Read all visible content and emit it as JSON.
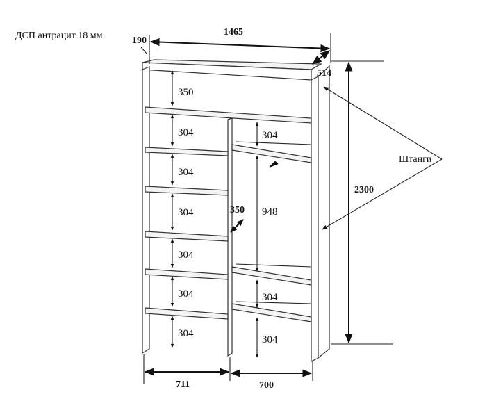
{
  "material_note": "ДСП антрацит 18 мм",
  "dimensions": {
    "total_width": "1465",
    "top_offset": "190",
    "depth": "514",
    "total_height": "2300",
    "top_compartment": "350",
    "left_shelf_gap": "304",
    "right_shelf_gap": "304",
    "hanging_height": "948",
    "shelf_depth": "350",
    "left_width": "711",
    "right_width": "700"
  },
  "labels": {
    "rods": "Штанги"
  }
}
